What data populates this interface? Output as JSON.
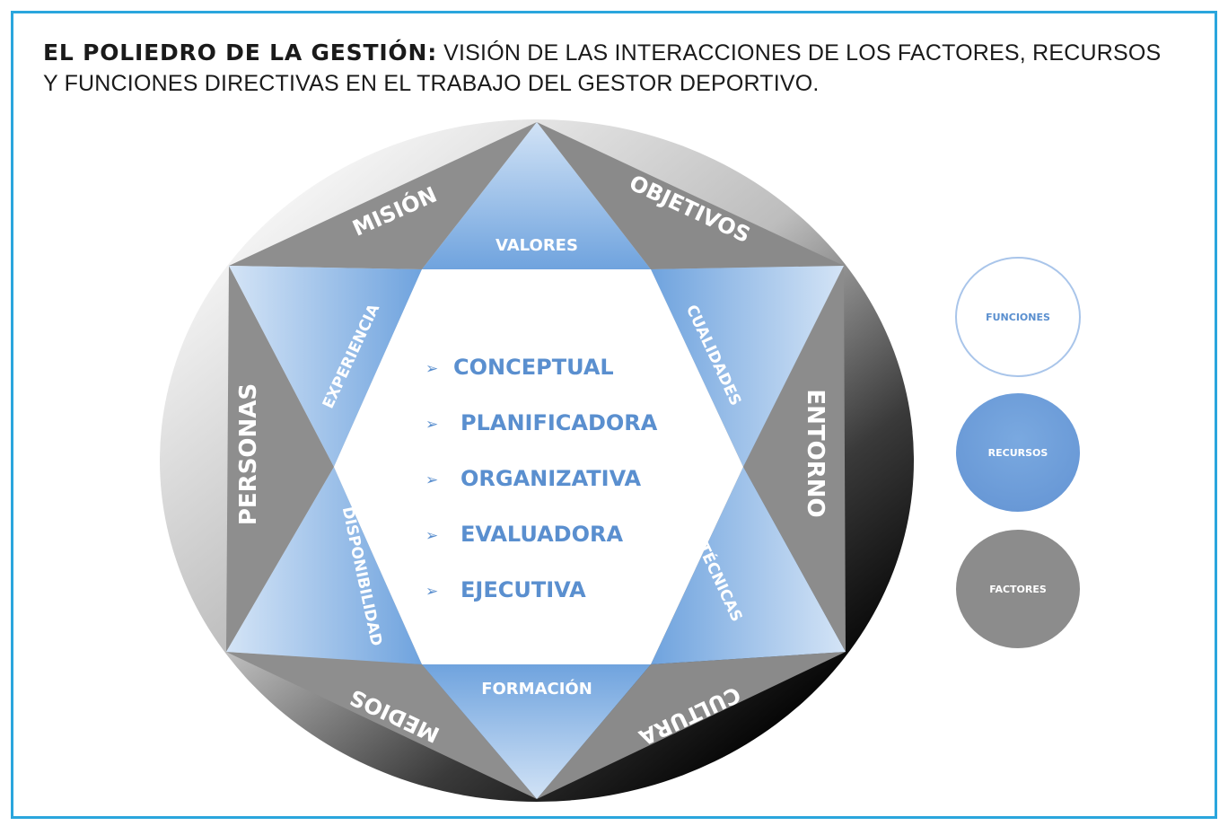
{
  "title": {
    "bold": "EL POLIEDRO DE LA GESTIÓN:",
    "rest": " VISIÓN DE LAS INTERACCIONES DE LOS FACTORES, RECURSOS Y FUNCIONES DIRECTIVAS EN EL TRABAJO DEL GESTOR DEPORTIVO."
  },
  "factores": [
    "MISIÓN",
    "OBJETIVOS",
    "ENTORNO",
    "CULTURA",
    "MEDIOS",
    "PERSONAS"
  ],
  "recursos": [
    "VALORES",
    "CUALIDADES",
    "TÉCNICAS",
    "FORMACIÓN",
    "DISPONIBILIDAD",
    "EXPERIENCIA"
  ],
  "funciones": [
    "CONCEPTUAL",
    "PLANIFICADORA",
    "ORGANIZATIVA",
    "EVALUADORA",
    "EJECUTIVA"
  ],
  "bullet": "➢",
  "legend": [
    "FUNCIONES",
    "RECURSOS",
    "FACTORES"
  ],
  "colors": {
    "border": "#2aa6dd",
    "blue": "#6a9fdc",
    "gray": "#8c8c8c",
    "function_text": "#5a8fcf"
  }
}
